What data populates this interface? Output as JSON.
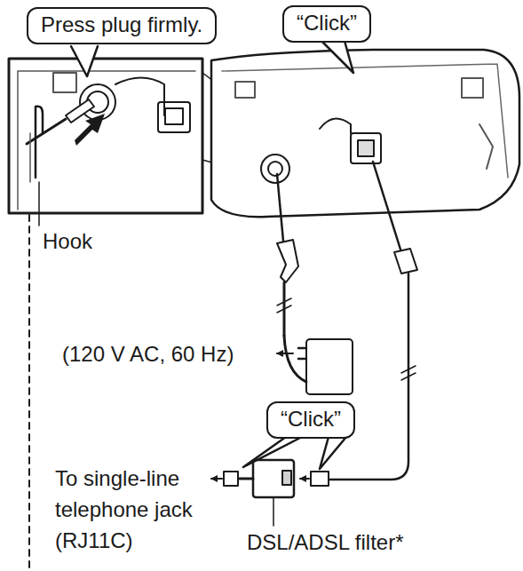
{
  "diagram": {
    "nodes": [
      {
        "text": [
          "Press plug firmly."
        ]
      },
      {
        "text": [
          "“Click”"
        ]
      },
      {
        "text": [
          "“Click”"
        ]
      }
    ],
    "labels": [
      "Hook",
      "(120 V AC, 60 Hz)",
      "To single-line telephone jack (RJ11C)",
      "DSL/ADSL filter*"
    ]
  }
}
